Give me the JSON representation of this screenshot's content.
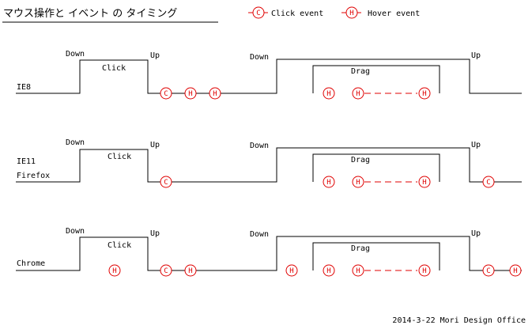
{
  "title": "マウス操作と イベント の タイミング",
  "legend": {
    "click": {
      "mark": "C",
      "label": "Click event"
    },
    "hover": {
      "mark": "H",
      "label": "Hover event"
    }
  },
  "labels": {
    "down": "Down",
    "up": "Up",
    "click": "Click",
    "drag": "Drag"
  },
  "rows": [
    {
      "name": "ie8",
      "label_lines": [
        "IE8"
      ]
    },
    {
      "name": "ie11-firefox",
      "label_lines": [
        "IE11",
        "Firefox"
      ]
    },
    {
      "name": "chrome",
      "label_lines": [
        "Chrome"
      ]
    }
  ],
  "footer": "2014-3-22  Mori Design Office",
  "colors": {
    "event": "#e00000",
    "line": "#000000"
  }
}
